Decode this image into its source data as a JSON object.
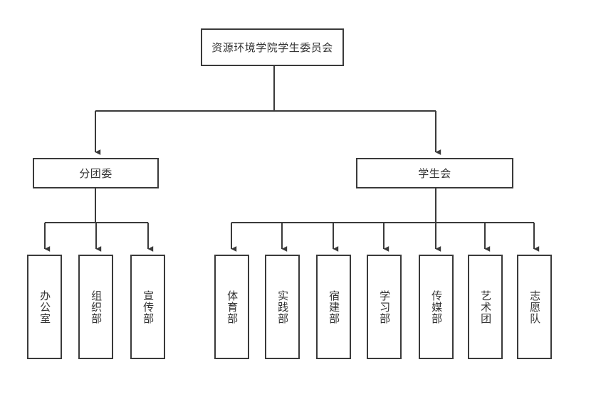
{
  "diagram": {
    "type": "organizational-chart",
    "title_node": "资源环境学院学生委员会",
    "colors": {
      "background": "#ffffff",
      "box_border": "#3a3a3a",
      "connector": "#3a3a3a",
      "text": "#333333"
    },
    "root": {
      "id": "root",
      "label": "资源环境学院学生委员会"
    },
    "branches": [
      {
        "id": "branch-left",
        "label": "分团委",
        "children": [
          {
            "id": "leaf-bangongshi",
            "label": "办公室"
          },
          {
            "id": "leaf-zuzhibu",
            "label": "组织部"
          },
          {
            "id": "leaf-xuanchuanbu",
            "label": "宣传部"
          }
        ]
      },
      {
        "id": "branch-right",
        "label": "学生会",
        "children": [
          {
            "id": "leaf-tiyubu",
            "label": "体育部"
          },
          {
            "id": "leaf-shijianbu",
            "label": "实践部"
          },
          {
            "id": "leaf-sujianbu",
            "label": "宿建部"
          },
          {
            "id": "leaf-xuexibu",
            "label": "学习部"
          },
          {
            "id": "leaf-chuanmeibu",
            "label": "传媒部"
          },
          {
            "id": "leaf-yishutuan",
            "label": "艺术团"
          },
          {
            "id": "leaf-zhiyuandui",
            "label": "志愿队"
          }
        ]
      }
    ]
  }
}
